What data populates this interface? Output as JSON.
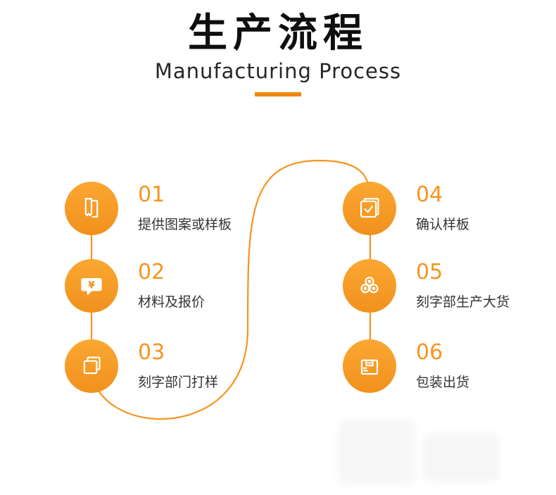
{
  "header": {
    "title": "生产流程",
    "subtitle": "Manufacturing Process"
  },
  "steps": [
    {
      "number": "01",
      "label": "提供图案或样板",
      "icon": "fabric-sample-icon"
    },
    {
      "number": "02",
      "label": "材料及报价",
      "icon": "price-quote-icon"
    },
    {
      "number": "03",
      "label": "刻字部门打样",
      "icon": "proof-sheets-icon"
    },
    {
      "number": "04",
      "label": "确认样板",
      "icon": "confirm-sample-icon"
    },
    {
      "number": "05",
      "label": "刻字部生产大货",
      "icon": "bulk-production-rolls-icon"
    },
    {
      "number": "06",
      "label": "包装出货",
      "icon": "package-box-icon"
    }
  ],
  "icon_symbols": {
    "currency": "¥"
  },
  "colors": {
    "accent": "#F7941E",
    "circle_top": "#FBA733",
    "circle_bottom": "#F1911C",
    "number": "#F7941E",
    "label": "#333333",
    "title": "#0F0F0F",
    "divider": "#F1860D"
  }
}
